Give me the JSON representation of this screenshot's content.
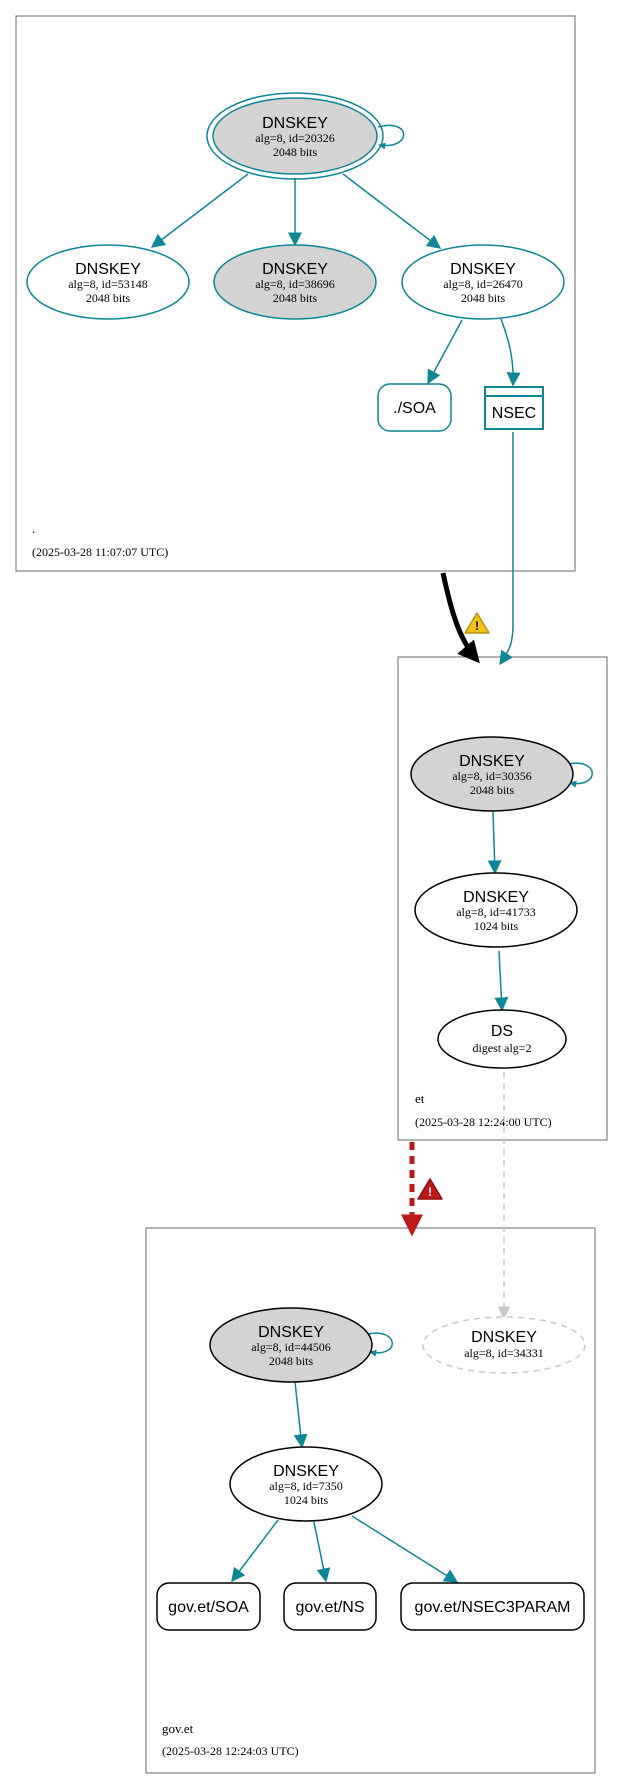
{
  "zones": {
    "root": {
      "name": ".",
      "timestamp": "(2025-03-28 11:07:07 UTC)"
    },
    "et": {
      "name": "et",
      "timestamp": "(2025-03-28 12:24:00 UTC)"
    },
    "gov_et": {
      "name": "gov.et",
      "timestamp": "(2025-03-28 12:24:03 UTC)"
    }
  },
  "nodes": {
    "root_ksk": {
      "title": "DNSKEY",
      "line1": "alg=8, id=20326",
      "line2": "2048 bits"
    },
    "root_zsk1": {
      "title": "DNSKEY",
      "line1": "alg=8, id=53148",
      "line2": "2048 bits"
    },
    "root_zsk2": {
      "title": "DNSKEY",
      "line1": "alg=8, id=38696",
      "line2": "2048 bits"
    },
    "root_zsk3": {
      "title": "DNSKEY",
      "line1": "alg=8, id=26470",
      "line2": "2048 bits"
    },
    "root_soa": {
      "title": "./SOA"
    },
    "root_nsec": {
      "title": "NSEC"
    },
    "et_ksk": {
      "title": "DNSKEY",
      "line1": "alg=8, id=30356",
      "line2": "2048 bits"
    },
    "et_zsk": {
      "title": "DNSKEY",
      "line1": "alg=8, id=41733",
      "line2": "1024 bits"
    },
    "et_ds": {
      "title": "DS",
      "line1": "digest alg=2"
    },
    "gov_ksk": {
      "title": "DNSKEY",
      "line1": "alg=8, id=44506",
      "line2": "2048 bits"
    },
    "gov_missing": {
      "title": "DNSKEY",
      "line1": "alg=8, id=34331"
    },
    "gov_zsk": {
      "title": "DNSKEY",
      "line1": "alg=8, id=7350",
      "line2": "1024 bits"
    },
    "gov_soa": {
      "title": "gov.et/SOA"
    },
    "gov_ns": {
      "title": "gov.et/NS"
    },
    "gov_nsec3param": {
      "title": "gov.et/NSEC3PARAM"
    }
  },
  "warnings": {
    "root_to_et": {
      "symbol": "!"
    },
    "et_to_gov": {
      "symbol": "!"
    }
  },
  "colors": {
    "teal": "#0e8696",
    "ksk_fill": "#d3d3d3",
    "error_red": "#be1a1a",
    "warning_yellow": "#f0c419",
    "insecure_gray": "#c8c8c8",
    "box_border": "#6a6a6a"
  }
}
